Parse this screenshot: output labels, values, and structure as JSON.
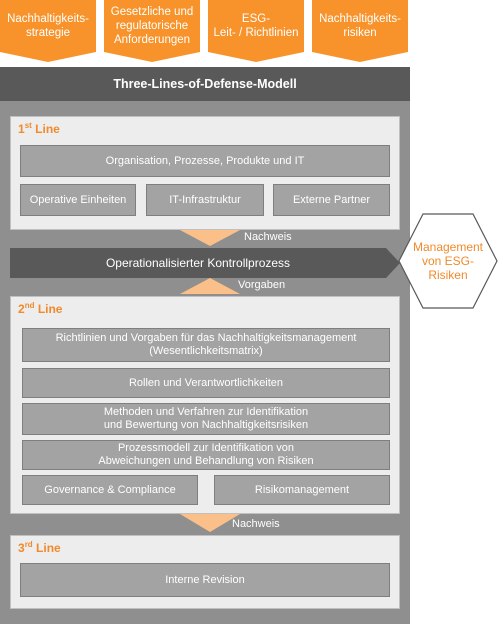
{
  "top_boxes": [
    {
      "label": "Nachhaltigkeits-\nstrategie"
    },
    {
      "label": "Gesetzliche und regulatorische Anforderungen"
    },
    {
      "label": "ESG-\nLeit- / Richtlinien"
    },
    {
      "label": "Nachhaltigkeits-\nrisiken"
    }
  ],
  "model_title": "Three-Lines-of-Defense-Modell",
  "line1": {
    "title_num": "1",
    "title_sup": "st",
    "title_word": "Line",
    "full_box": "Organisation, Prozesse, Produkte und IT",
    "boxes": [
      "Operative Einheiten",
      "IT-Infrastruktur",
      "Externe Partner"
    ]
  },
  "connector1": "Nachweis",
  "control_process": "Operationalisierter Kontrollprozess",
  "connector2": "Vorgaben",
  "hexagon": "Management\nvon ESG-\nRisiken",
  "line2": {
    "title_num": "2",
    "title_sup": "nd",
    "title_word": "Line",
    "boxes_full": [
      "Richtlinien und Vorgaben für das Nachhaltigkeitsmanagement\n(Wesentlichkeitsmatrix)",
      "Rollen und Verantwortlichkeiten",
      "Methoden und Verfahren zur Identifikation\nund Bewertung von Nachhaltigkeitsrisiken",
      "Prozessmodell zur Identifikation von\nAbweichungen und Behandlung von Risiken"
    ],
    "boxes_half": [
      "Governance & Compliance",
      "Risikomanagement"
    ]
  },
  "connector3": "Nachweis",
  "line3": {
    "title_num": "3",
    "title_sup": "rd",
    "title_word": "Line",
    "full_box": "Interne Revision"
  },
  "colors": {
    "orange": "#f7932a",
    "dark_gray": "#595959",
    "panel_gray": "#8f8f8f",
    "box_gray": "#a3a3a3",
    "light_box": "#ededed",
    "title_orange": "#f08a2c"
  }
}
